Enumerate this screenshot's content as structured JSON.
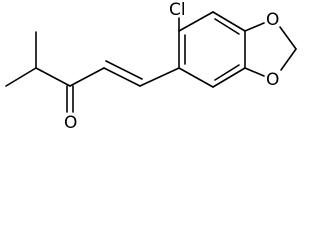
{
  "molecule": {
    "atoms": {
      "chlorine": "Cl",
      "ketone_oxygen": "O",
      "dioxole_oxygen_top": "O",
      "dioxole_oxygen_bottom": "O"
    }
  },
  "colors": {
    "bond": "#000000",
    "label": "#000000",
    "background": "#ffffff"
  }
}
